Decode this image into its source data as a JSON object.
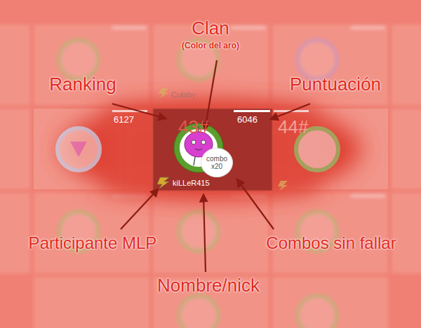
{
  "diagram": {
    "nodes": [
      {
        "text": [
          "43#",
          "6046",
          "kiLLeR415"
        ]
      },
      {
        "text": [
          "combo x20"
        ],
        "in": 0
      }
    ],
    "labels": [
      "Clan",
      "(Color del aro)",
      "Ranking",
      "Puntuación",
      "6127",
      "44#",
      "Cutaby",
      "Participante MLP",
      "Combos sin fallar",
      "Nombre/nick"
    ]
  }
}
